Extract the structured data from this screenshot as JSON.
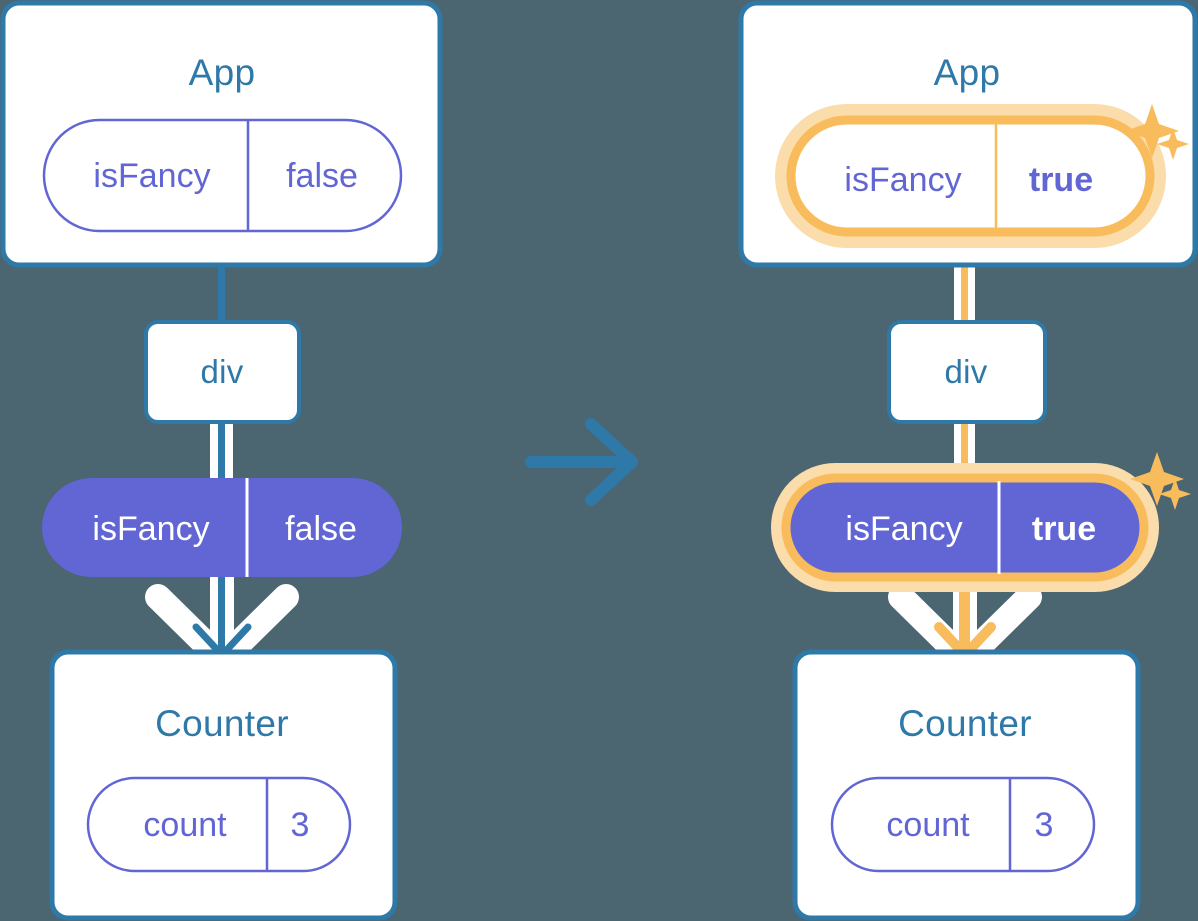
{
  "diagram": {
    "title": "React state propagation: isFancy lifted to App",
    "background_color": "#4b6571",
    "colors": {
      "card_border": "#2e79a8",
      "card_fill": "#ffffff",
      "title_text": "#2e79a8",
      "pill_outline_stroke": "#6265d4",
      "pill_outline_text": "#6265d4",
      "pill_solid_fill": "#6265d4",
      "pill_solid_text": "#ffffff",
      "edge_blue": "#2e79a8",
      "edge_white": "#ffffff",
      "highlight_orange": "#f9bc5d",
      "highlight_glow": "#fbdcab",
      "edge_inside_box_left": "#cfdced",
      "edge_inside_box_right": "#fdecd3"
    },
    "transition_arrow": {
      "icon": "arrow-right-icon",
      "color": "#2e79a8"
    }
  },
  "panels": [
    {
      "id": "before",
      "app_card": {
        "title": "App",
        "state_pill": {
          "name": "isFancy",
          "value": "false",
          "style": "outline",
          "highlighted": false,
          "value_bold": false
        }
      },
      "div_node": {
        "label": "div"
      },
      "prop_pill": {
        "name": "isFancy",
        "value": "false",
        "style": "solid",
        "highlighted": false,
        "value_bold": false
      },
      "counter_card": {
        "title": "Counter",
        "state_pill": {
          "name": "count",
          "value": "3",
          "style": "outline",
          "highlighted": false,
          "value_bold": false
        }
      },
      "sparkles": []
    },
    {
      "id": "after",
      "app_card": {
        "title": "App",
        "state_pill": {
          "name": "isFancy",
          "value": "true",
          "style": "outline",
          "highlighted": true,
          "value_bold": true
        }
      },
      "div_node": {
        "label": "div"
      },
      "prop_pill": {
        "name": "isFancy",
        "value": "true",
        "style": "solid",
        "highlighted": true,
        "value_bold": true
      },
      "counter_card": {
        "title": "Counter",
        "state_pill": {
          "name": "count",
          "value": "3",
          "style": "outline",
          "highlighted": false,
          "value_bold": false
        }
      },
      "sparkles": [
        {
          "name": "sparkle-large",
          "size": "large"
        },
        {
          "name": "sparkle-small",
          "size": "small"
        }
      ]
    }
  ]
}
